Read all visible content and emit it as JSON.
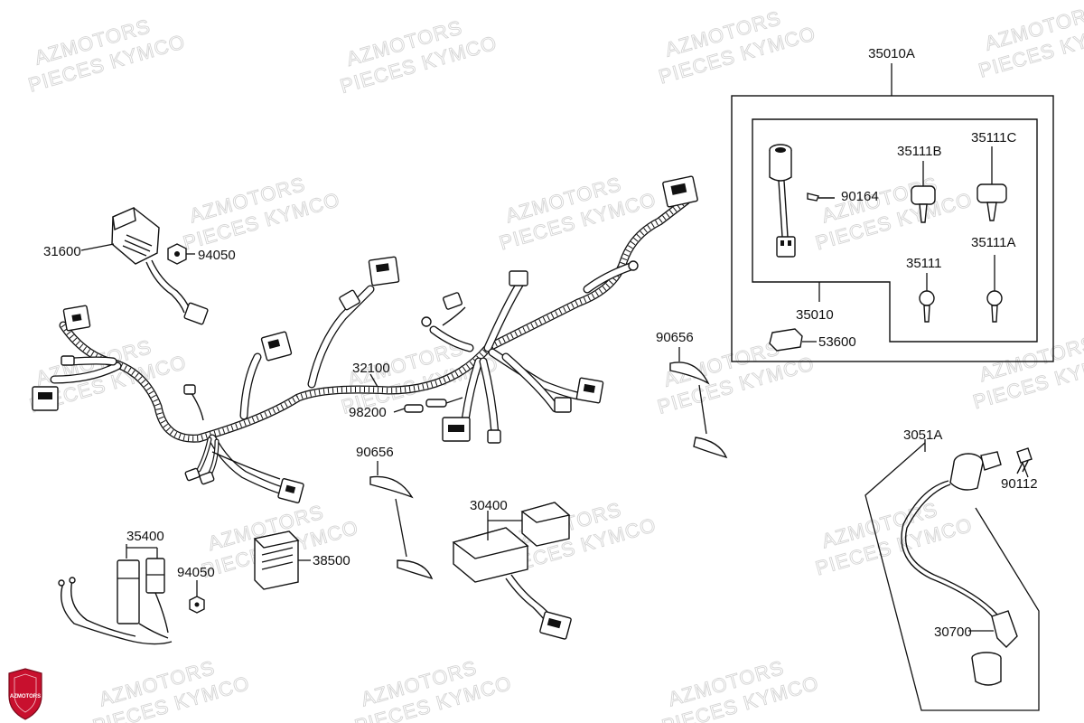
{
  "watermark": {
    "line1": "AZMOTORS",
    "line2": "PIECES KYMCO"
  },
  "logo": {
    "text": "AZMOTORS",
    "color": "#c8102e"
  },
  "parts": {
    "p35010A": "35010A",
    "p35111B": "35111B",
    "p35111C": "35111C",
    "p90164": "90164",
    "p35111A": "35111A",
    "p35111": "35111",
    "p35010": "35010",
    "p53600": "53600",
    "p31600": "31600",
    "p94050_top": "94050",
    "p32100": "32100",
    "p98200": "98200",
    "p90656_right": "90656",
    "p90656_mid": "90656",
    "p30400": "30400",
    "p35400": "35400",
    "p94050_bottom": "94050",
    "p38500": "38500",
    "p3051A": "3051A",
    "p90112": "90112",
    "p30700": "30700"
  }
}
